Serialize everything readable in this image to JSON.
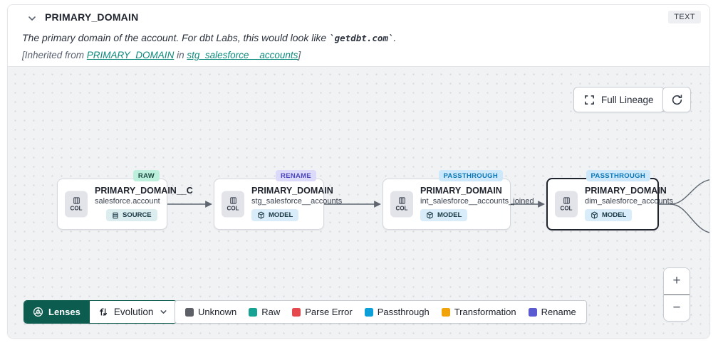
{
  "header": {
    "title": "PRIMARY_DOMAIN",
    "type_badge": "TEXT",
    "description_prefix": "The primary domain of the account. For dbt Labs, this would look like ",
    "description_code": "`getdbt.com`",
    "description_suffix": ".",
    "inherited_prefix": "[Inherited from ",
    "inherited_link_column": "PRIMARY_DOMAIN",
    "inherited_mid": " in ",
    "inherited_link_model": "stg_salesforce__accounts",
    "inherited_suffix": "]"
  },
  "toolbar": {
    "full_lineage_label": "Full Lineage"
  },
  "nodes": [
    {
      "evolution": "RAW",
      "title": "PRIMARY_DOMAIN__C",
      "subtitle": "salesforce.account",
      "type": "SOURCE",
      "col_label": "COL"
    },
    {
      "evolution": "RENAME",
      "title": "PRIMARY_DOMAIN",
      "subtitle": "stg_salesforce__accounts",
      "type": "MODEL",
      "col_label": "COL"
    },
    {
      "evolution": "PASSTHROUGH",
      "title": "PRIMARY_DOMAIN",
      "subtitle": "int_salesforce__accounts_joined",
      "type": "MODEL",
      "col_label": "COL"
    },
    {
      "evolution": "PASSTHROUGH",
      "title": "PRIMARY_DOMAIN",
      "subtitle": "dim_salesforce_accounts",
      "type": "MODEL",
      "col_label": "COL"
    }
  ],
  "lenses": {
    "button_label": "Lenses",
    "selected_lens": "Evolution"
  },
  "legend": {
    "items": [
      {
        "label": "Unknown",
        "color": "#5d6066"
      },
      {
        "label": "Raw",
        "color": "#17a394"
      },
      {
        "label": "Parse Error",
        "color": "#e5484d"
      },
      {
        "label": "Passthrough",
        "color": "#0c9fd8"
      },
      {
        "label": "Transformation",
        "color": "#f0a30a"
      },
      {
        "label": "Rename",
        "color": "#5a5ad1"
      }
    ]
  },
  "zoom_controls": {
    "zoom_in": "+",
    "zoom_out": "−"
  },
  "colors": {
    "link_teal": "#0e8a7d",
    "lenses_button_bg": "#0d5c50",
    "canvas_bg": "#f1f2f4",
    "raw_badge_bg": "#bdf0dc",
    "rename_badge_bg": "#dbdafb",
    "passthrough_badge_bg": "#cde8fa",
    "selected_node_border": "#20242e"
  }
}
